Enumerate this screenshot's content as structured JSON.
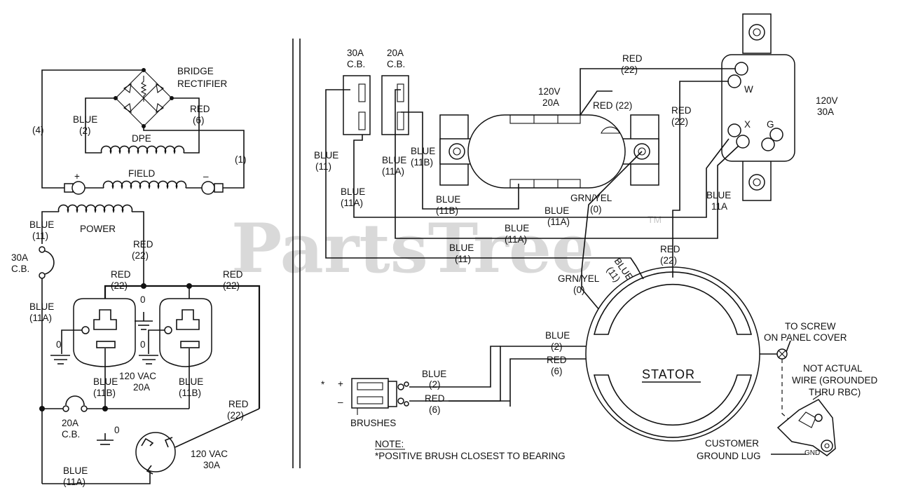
{
  "watermark": {
    "text": "PartsTree",
    "tm": "TM"
  },
  "left": {
    "bridge_rectifier": [
      "BRIDGE",
      "RECTIFIER"
    ],
    "blue_2": [
      "BLUE",
      "(2)"
    ],
    "red_6": [
      "RED",
      "(6)"
    ],
    "wire_4": "(4)",
    "wire_1": "(1)",
    "dpe": "DPE",
    "plus": "+",
    "minus": "–",
    "field": "FIELD",
    "power": "POWER",
    "blue_11": [
      "BLUE",
      "(11)"
    ],
    "cb30": [
      "30A",
      "C.B."
    ],
    "red_22_a": [
      "RED",
      "(22)"
    ],
    "red_22_b": [
      "RED",
      "(22)"
    ],
    "red_22_c": [
      "RED",
      "(22)"
    ],
    "blue_11a": [
      "BLUE",
      "(11A)"
    ],
    "zero_1": "0",
    "zero_2": "0",
    "zero_3": "0",
    "blue_11b_1": [
      "BLUE",
      "(11B)"
    ],
    "blue_11b_2": [
      "BLUE",
      "(11B)"
    ],
    "vac20": [
      "120 VAC",
      "20A"
    ],
    "cb20": [
      "20A",
      "C.B."
    ],
    "red_22_d": [
      "RED",
      "(22)"
    ],
    "zero_4": "0",
    "vac30": [
      "120 VAC",
      "30A"
    ],
    "blue_11a_b": [
      "BLUE",
      "(11A)"
    ]
  },
  "right": {
    "cb30": [
      "30A",
      "C.B."
    ],
    "cb20": [
      "20A",
      "C.B."
    ],
    "recept20": [
      "120V",
      "20A"
    ],
    "red_22_top": [
      "RED",
      "(22)"
    ],
    "red_22_recept": "RED  (22)",
    "red_22_mid": [
      "RED",
      "(22)"
    ],
    "recept30": [
      "120V",
      "30A"
    ],
    "w": "W",
    "x": "X",
    "g": "G",
    "blue_11": [
      "BLUE",
      "(11)"
    ],
    "blue_11a_1": [
      "BLUE",
      "(11A)"
    ],
    "blue_11b_1": [
      "BLUE",
      "(11B)"
    ],
    "blue_11a_2": [
      "BLUE",
      "(11A)"
    ],
    "blue_11b_2": [
      "BLUE",
      "(11B)"
    ],
    "grn_yel_1": [
      "GRN/YEL",
      "(0)"
    ],
    "blue_11a_3": [
      "BLUE",
      "(11A)"
    ],
    "blue_11a_4": [
      "BLUE",
      "(11A)"
    ],
    "blue_11a_5": [
      "BLUE",
      "11A"
    ],
    "blue_11_2": [
      "BLUE",
      "(11)"
    ],
    "red_22_low": [
      "RED",
      "(22)"
    ],
    "blue_11_diag": [
      "BLUE",
      "(11)"
    ],
    "grn_yel_2": [
      "GRN/YEL",
      "(0)"
    ],
    "to_screw": [
      "TO SCREW",
      "ON PANEL COVER"
    ],
    "blue_2": [
      "BLUE",
      "(2)"
    ],
    "red_6": [
      "RED",
      "(6)"
    ],
    "stator": "STATOR",
    "not_actual": [
      "NOT ACTUAL",
      "WIRE (GROUNDED",
      "THRU RBC)"
    ],
    "brush_blue": [
      "BLUE",
      "(2)"
    ],
    "brush_red": [
      "RED",
      "(6)"
    ],
    "asterisk": "*",
    "bplus": "+",
    "bminus": "–",
    "brushes": "BRUSHES",
    "note": [
      "NOTE:",
      "*POSITIVE BRUSH CLOSEST TO BEARING"
    ],
    "customer": [
      "CUSTOMER",
      "GROUND LUG"
    ],
    "gnd": "GND"
  }
}
